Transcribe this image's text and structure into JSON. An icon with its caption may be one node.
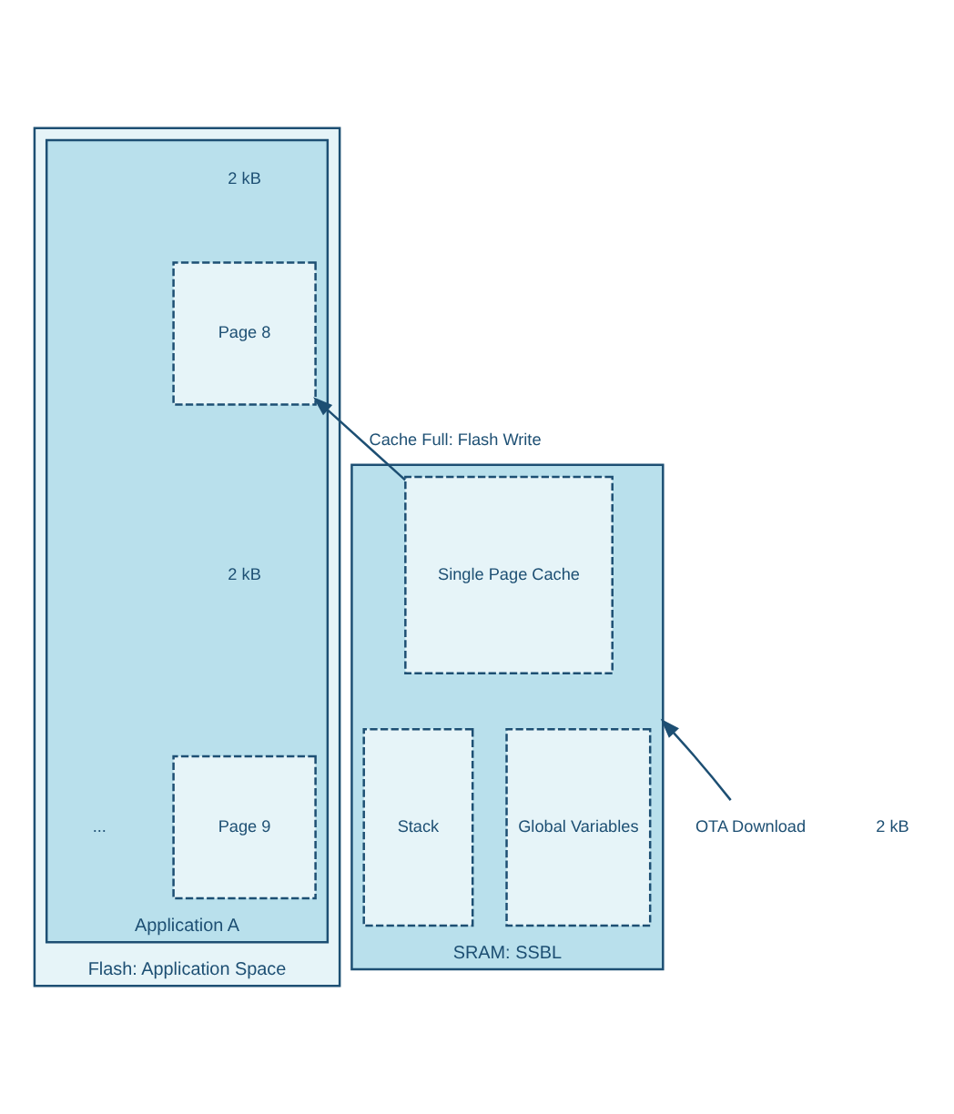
{
  "diagram": {
    "nodes": [
      {
        "text": [
          "Flash: Application Space"
        ]
      },
      {
        "text": [
          "Application A"
        ],
        "in": 0
      },
      {
        "text": [
          "Page 8"
        ],
        "in": 1
      },
      {
        "text": [
          "Page 9"
        ],
        "in": 1
      },
      {
        "text": [
          "SRAM: SSBL"
        ]
      },
      {
        "text": [
          "Single Page Cache"
        ],
        "in": 4
      },
      {
        "text": [
          "Global Variables"
        ],
        "in": 4
      },
      {
        "text": [
          "Stack"
        ],
        "in": 4
      },
      {
        "text": [
          "OTA Download"
        ]
      }
    ],
    "edges": [
      {
        "from": 5,
        "to": 2,
        "arrow": "to",
        "label": "Cache Full: Flash Write"
      },
      {
        "from": 8,
        "to": 4,
        "arrow": "to"
      }
    ],
    "labels": [
      "2 kB",
      "2 kB",
      "...",
      "2 kB"
    ]
  }
}
